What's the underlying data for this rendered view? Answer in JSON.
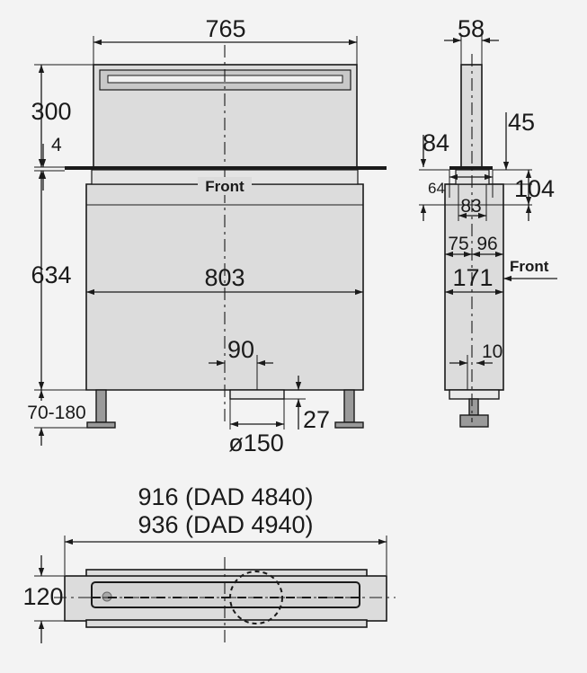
{
  "front_view": {
    "width_top": "765",
    "height_top": "300",
    "thickness": "4",
    "height_body": "634",
    "width_body": "803",
    "duct_offset": "90",
    "duct_diameter": "ø150",
    "duct_drop": "27",
    "feet_range": "70-180",
    "front_label": "Front"
  },
  "side_view": {
    "top_width": "58",
    "d84": "84",
    "d45": "45",
    "d64": "64",
    "d104": "104",
    "d83": "83",
    "d75": "75",
    "d96": "96",
    "d171": "171",
    "d10": "10",
    "front_label": "Front"
  },
  "top_view": {
    "width_line1": "916 (DAD 4840)",
    "width_line2": "936 (DAD 4940)",
    "depth": "120"
  }
}
